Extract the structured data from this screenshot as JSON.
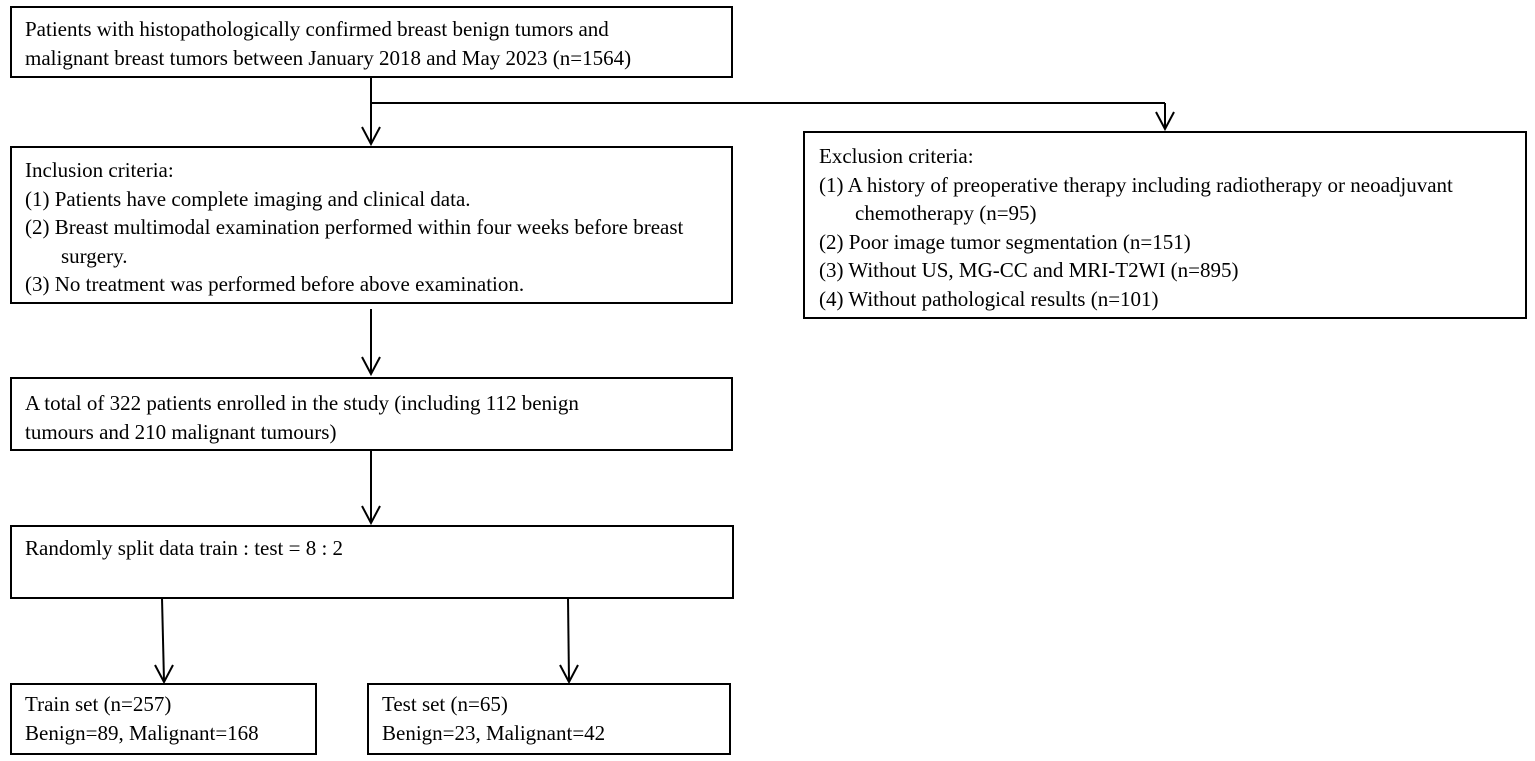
{
  "source_box": {
    "lines": [
      "Patients with histopathologically confirmed breast benign tumors and",
      "malignant breast tumors between January 2018 and May 2023 (n=1564)"
    ]
  },
  "inclusion_box": {
    "heading": "Inclusion criteria:",
    "items": [
      "(1) Patients have complete imaging and clinical data.",
      "(2) Breast multimodal examination performed within four weeks before breast surgery.",
      "(3) No treatment was performed before above examination."
    ]
  },
  "exclusion_box": {
    "heading": "Exclusion criteria:",
    "items": [
      "(1) A history of preoperative therapy including radiotherapy or neoadjuvant chemotherapy (n=95)",
      "(2) Poor image tumor segmentation (n=151)",
      "(3) Without US, MG-CC and MRI-T2WI (n=895)",
      "(4) Without pathological results (n=101)"
    ]
  },
  "enrolled_box": {
    "lines": [
      "A total of 322 patients enrolled in the study (including 112 benign",
      "tumours and 210 malignant tumours)"
    ]
  },
  "split_box": {
    "text": "Randomly split data train : test = 8 : 2"
  },
  "train_box": {
    "title": "Train set (n=257)",
    "detail": "Benign=89, Malignant=168"
  },
  "test_box": {
    "title": "Test set (n=65)",
    "detail": "Benign=23, Malignant=42"
  }
}
